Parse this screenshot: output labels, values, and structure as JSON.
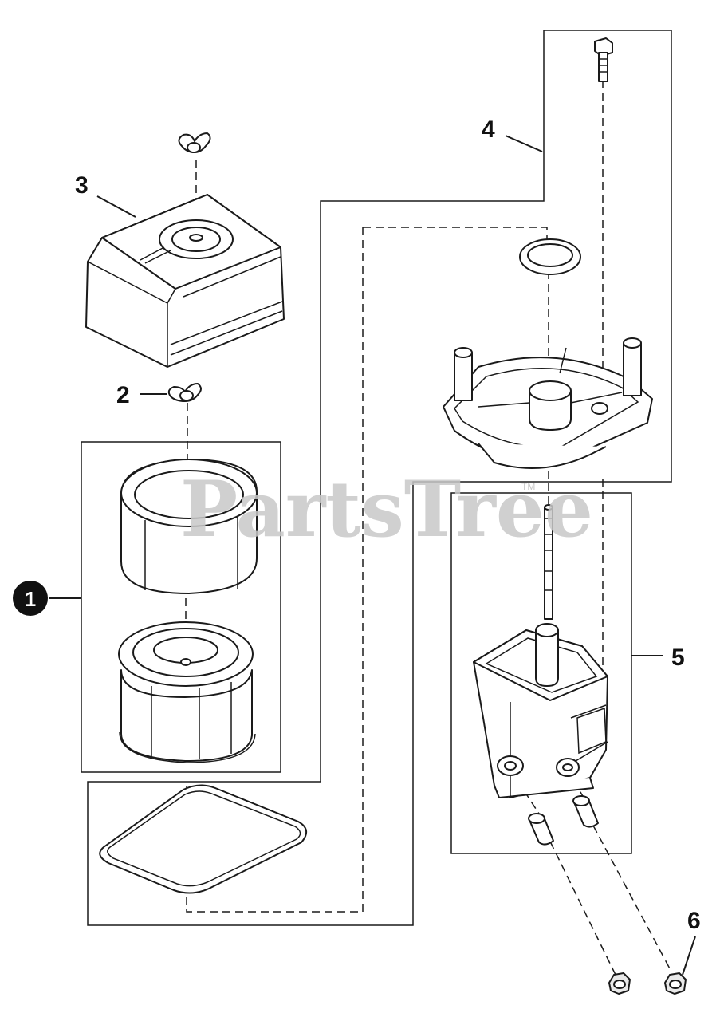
{
  "colors": {
    "line": "#1a1a1a",
    "watermark": "#c8c8c8",
    "background": "#ffffff"
  },
  "watermark": {
    "text": "PartsTree",
    "trademark": "TM"
  },
  "callouts": {
    "c1": "1",
    "c2": "2",
    "c3": "3",
    "c4": "4",
    "c5": "5",
    "c6": "6"
  }
}
